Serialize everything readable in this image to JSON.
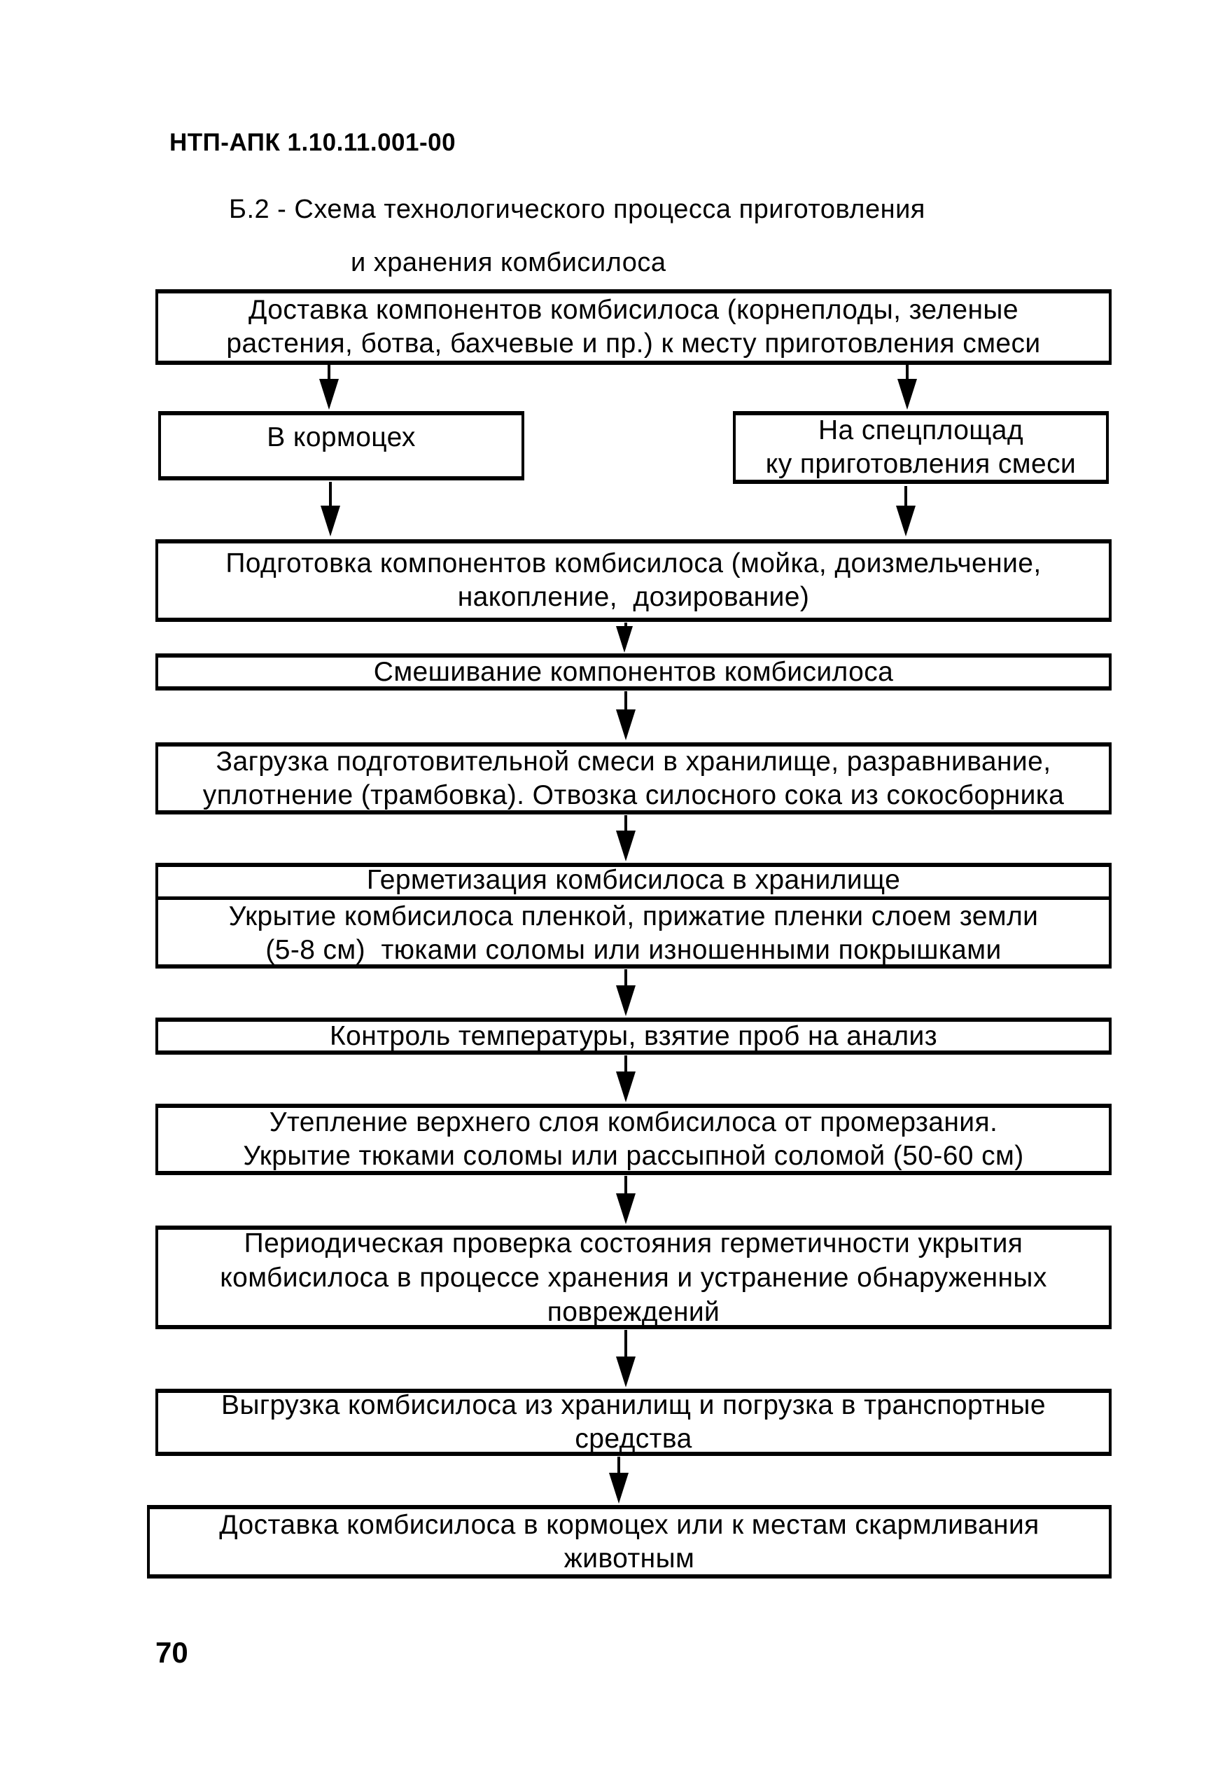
{
  "document": {
    "code": "НТП-АПК 1.10.11.001-00",
    "figure_title_line1": "Б.2 - Схема технологического процесса приготовления",
    "figure_title_line2": "и хранения комбисилоса",
    "page_number": "70"
  },
  "flowchart": {
    "boxes": {
      "delivery_components": "Доставка компонентов комбисилоса (корнеплоды, зеленые\nрастения, ботва, бахчевые и пр.) к месту приготовления смеси",
      "to_feed_shop": "В кормоцех",
      "to_special_site": "На спецплощад\nку приготовления смеси",
      "preparation": "Подготовка компонентов комбисилоса (мойка, доизмельчение,\nнакопление,  дозирование)",
      "mixing": "Смешивание компонентов комбисилоса",
      "loading": "Загрузка подготовительной смеси в хранилище, разравнивание,\nуплотнение (трамбовка). Отвозка силосного сока из сокосборника",
      "sealing_title": "Герметизация комбисилоса в хранилище",
      "sealing_detail": "Укрытие комбисилоса пленкой, прижатие пленки слоем земли\n(5-8 см)  тюками соломы или изношенными покрышками",
      "temperature_control": "Контроль температуры, взятие проб на анализ",
      "insulation": "Утепление верхнего слоя комбисилоса от промерзания.\nУкрытие тюками соломы или рассыпной соломой (50-60 см)",
      "periodic_check": "Периодическая проверка состояния герметичности укрытия\nкомбисилоса в процессе хранения и устранение обнаруженных\nповреждений",
      "unloading": "Выгрузка комбисилоса из хранилищ и погрузка в транспортные\nсредства",
      "final_delivery": "Доставка комбисилоса в кормоцех или к местам скармливания\nживотным"
    }
  }
}
